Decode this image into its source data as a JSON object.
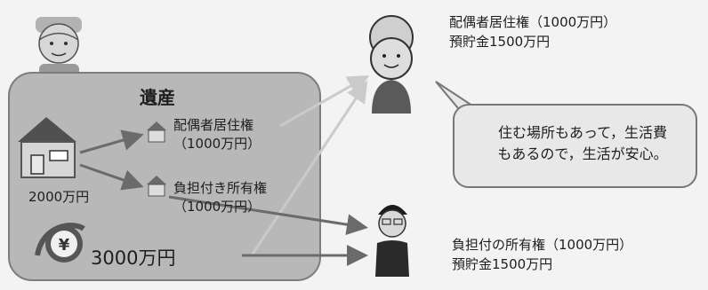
{
  "estate": {
    "title": "遺産",
    "house_value": "2000万円",
    "cash_value": "3000万円"
  },
  "split": {
    "spouse_residence": [
      "配偶者居住権",
      "（1000万円）"
    ],
    "burdened_ownership": [
      "負担付き所有権",
      "（1000万円）"
    ]
  },
  "spouse": {
    "line1": "配偶者居住権（1000万円）",
    "line2": "預貯金1500万円"
  },
  "bubble": {
    "line1": "住む場所もあって，生活費",
    "line2": "もあるので，生活が安心。"
  },
  "child": {
    "line1": "負担付の所有権（1000万円）",
    "line2": "預貯金1500万円"
  },
  "icons": [
    "grandfather-icon",
    "house-icon",
    "small-house-icon",
    "yen-coin-icon",
    "grandmother-icon",
    "man-icon"
  ],
  "colors": {
    "box": "#b8b8b8",
    "arrow_dark": "#6b6b6b",
    "arrow_light": "#c8c8c8",
    "bubble": "#e8e8e8"
  }
}
